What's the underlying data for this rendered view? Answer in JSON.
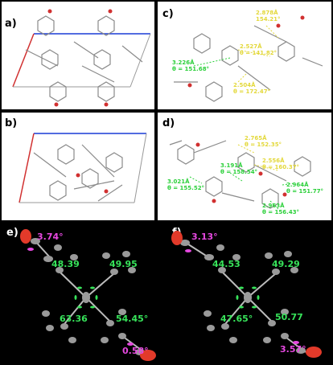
{
  "panels": {
    "a": {
      "label": "a)"
    },
    "b": {
      "label": "b)"
    },
    "c": {
      "label": "c)",
      "annotations": [
        {
          "dist": "2.878Å",
          "angle": "154.21°",
          "color": "y"
        },
        {
          "dist": "2.527Å",
          "angle": "θ = 141.82°",
          "color": "y"
        },
        {
          "dist": "3.226Å",
          "angle": "θ = 151.68°",
          "color": "g"
        },
        {
          "dist": "2.504Å",
          "angle": "θ = 172.47°",
          "color": "y"
        }
      ]
    },
    "d": {
      "label": "d)",
      "annotations": [
        {
          "dist": "2.765Å",
          "angle": "θ = 152.35°",
          "color": "y"
        },
        {
          "dist": "2.556Å",
          "angle": "θ = 160.37°",
          "color": "y"
        },
        {
          "dist": "3.191Å",
          "angle": "θ = 158.54°",
          "color": "g"
        },
        {
          "dist": "3.021Å",
          "angle": "θ = 155.52°",
          "color": "g"
        },
        {
          "dist": "2.964Å",
          "angle": "θ = 151.77°",
          "color": "g"
        },
        {
          "dist": "2.963Å",
          "angle": "θ = 156.43°",
          "color": "g"
        }
      ]
    },
    "e": {
      "label": "e)",
      "torsion_top": "3.74°",
      "torsion_bottom": "0.58°",
      "angles": [
        "48.39",
        "49.95",
        "63.36",
        "54.45°"
      ]
    },
    "f": {
      "label": "f)",
      "torsion_top": "3.13°",
      "torsion_bottom": "3.57°",
      "angles": [
        "44.53",
        "49.29",
        "47.65°",
        "50.77"
      ]
    }
  },
  "colors": {
    "green": "#37e35a",
    "magenta": "#e648e0",
    "yellow": "#e3d83a",
    "red": "#e23a2a",
    "blue": "#1a3bd6"
  }
}
